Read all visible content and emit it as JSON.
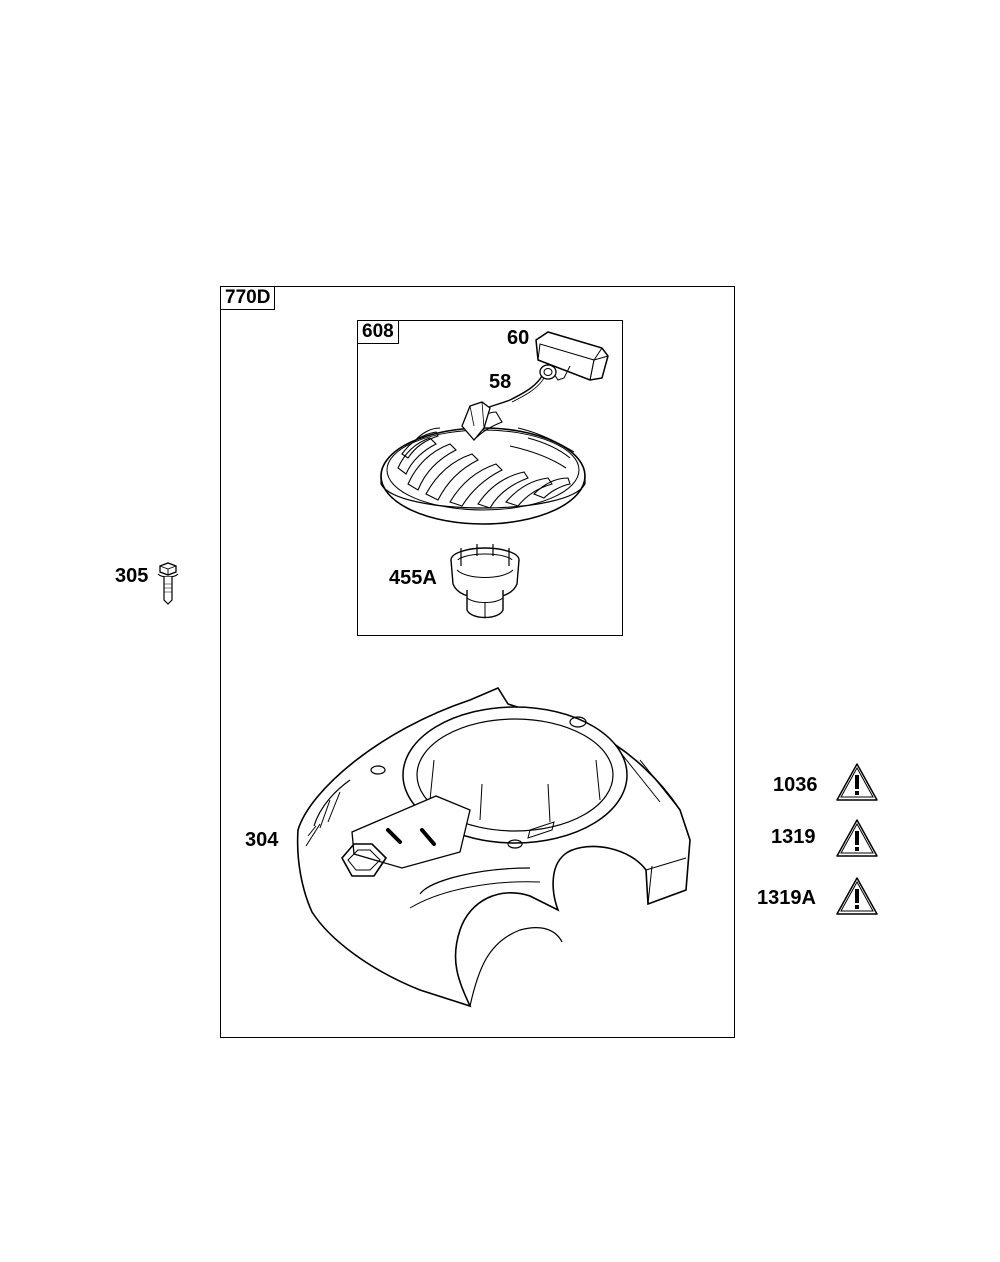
{
  "assembly": {
    "label": "770D"
  },
  "subassembly": {
    "label": "608"
  },
  "parts": [
    {
      "id": "60",
      "label": "60",
      "icon": "handle-icon"
    },
    {
      "id": "58",
      "label": "58",
      "icon": "rope-icon"
    },
    {
      "id": "455A",
      "label": "455A",
      "icon": "starter-cup-icon"
    },
    {
      "id": "305",
      "label": "305",
      "icon": "bolt-icon"
    },
    {
      "id": "304",
      "label": "304",
      "icon": "blower-housing-icon"
    }
  ],
  "warnings": [
    {
      "label": "1036",
      "icon": "warning-triangle-icon"
    },
    {
      "label": "1319",
      "icon": "warning-triangle-icon"
    },
    {
      "label": "1319A",
      "icon": "warning-triangle-icon"
    }
  ]
}
